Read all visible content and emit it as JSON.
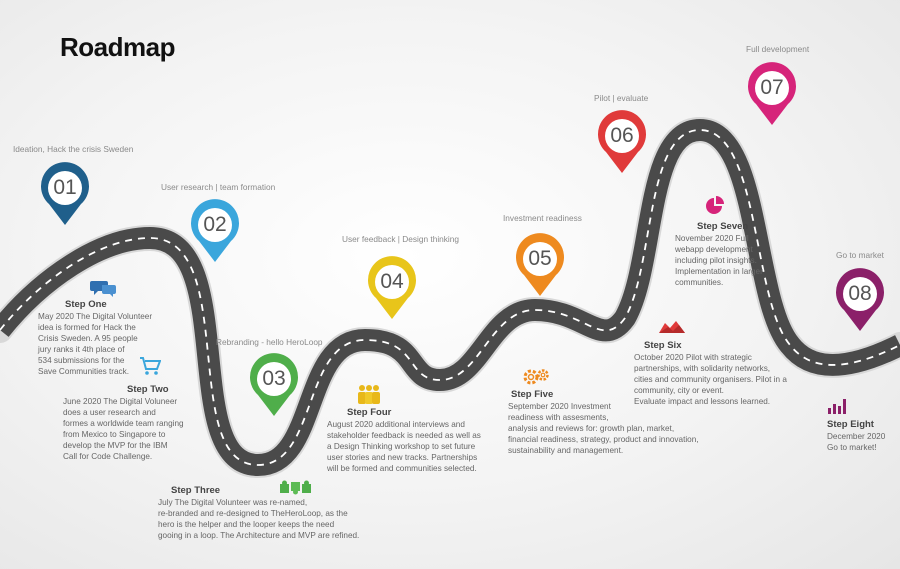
{
  "title": "Roadmap",
  "colors": {
    "road": "#4a4a4a",
    "step1": "#1f5f8b",
    "step2": "#3aa6dc",
    "step3": "#4fae4a",
    "step4": "#e8c51a",
    "step5": "#ee8a1f",
    "step6": "#e03a3a",
    "step7": "#d6247a",
    "step8": "#8b2069"
  },
  "steps": [
    {
      "num": "01",
      "caption": "Ideation, Hack the crisis Sweden",
      "title": "Step One",
      "body": [
        "May 2020 The Digital Volunteer",
        "idea is formed for Hack the",
        "Crisis Sweden. A 95 people",
        "jury ranks it 4th place of",
        "534 submissions for the",
        "Save Communities track."
      ],
      "icon": "chat-icon"
    },
    {
      "num": "02",
      "caption": "User research | team formation",
      "title": "Step Two",
      "body": [
        "June 2020 The Digital Voluneer",
        "does a user research and",
        "formes a worldwide team ranging",
        "from Mexico to Singapore to",
        "develop the MVP for the IBM",
        "Call for Code Challenge."
      ],
      "icon": "cart-icon"
    },
    {
      "num": "03",
      "caption": "Rebranding - hello HeroLoop",
      "title": "Step Three",
      "body": [
        "July The Digital Volunteer was re-named,",
        "re-branded and re-designed to TheHeroLoop, as the",
        "hero is the helper and the looper keeps the need",
        "gooing in a loop. The Architecture and MVP are refined."
      ],
      "icon": "puzzle-icon"
    },
    {
      "num": "04",
      "caption": "User feedback | Design thinking",
      "title": "Step Four",
      "body": [
        "August 2020 additional interviews and",
        "stakeholder feedback is needed as well as",
        "a Design Thinking workshop to set future",
        "user stories and new tracks. Partnerships",
        "will be formed and communities selected."
      ],
      "icon": "people-icon"
    },
    {
      "num": "05",
      "caption": "Investment readiness",
      "title": "Step Five",
      "body": [
        "September 2020 Investment",
        "readiness with assesments,",
        "analysis and reviews for: growth plan, market,",
        "financial readiness, strategy, product and innovation,",
        "sustainability and management."
      ],
      "icon": "gears-icon"
    },
    {
      "num": "06",
      "caption": "Pilot | evaluate",
      "title": "Step Six",
      "body": [
        "October 2020 Pilot with strategic",
        "partnerships, with solidarity networks,",
        "cities and community organisers. Pilot in a",
        "community, city or event.",
        "Evaluate impact and lessons learned."
      ],
      "icon": "area-chart-icon"
    },
    {
      "num": "07",
      "caption": "Full development",
      "title": "Step Seven",
      "body": [
        "November 2020 Full",
        "webapp development",
        "including pilot insights.",
        "Implementation in larger",
        "communities."
      ],
      "icon": "pie-chart-icon"
    },
    {
      "num": "08",
      "caption": "Go to market",
      "title": "Step Eight",
      "body": [
        "December 2020",
        "Go to market!"
      ],
      "icon": "bar-chart-icon"
    }
  ]
}
